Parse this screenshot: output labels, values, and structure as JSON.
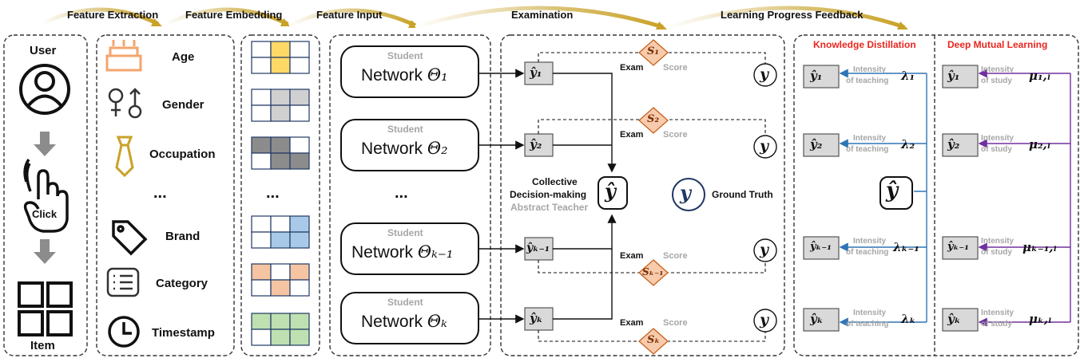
{
  "stages": [
    "Feature Extraction",
    "Feature Embedding",
    "Feature Input",
    "Examination",
    "Learning Progress Feedback"
  ],
  "user_panel": {
    "user": "User",
    "click": "Click",
    "item": "Item"
  },
  "features": [
    {
      "label": "Age",
      "icon": "cake-icon"
    },
    {
      "label": "Gender",
      "icon": "gender-icon"
    },
    {
      "label": "Occupation",
      "icon": "tie-icon"
    },
    {
      "label": "...",
      "icon": ""
    },
    {
      "label": "Brand",
      "icon": "tag-icon"
    },
    {
      "label": "Category",
      "icon": "list-icon"
    },
    {
      "label": "Timestamp",
      "icon": "clock-icon"
    }
  ],
  "embedding_colors": [
    "#ffd966",
    "#d0d0d0",
    "#8c8c8c",
    "#a9c9e8",
    "#f5c5a3",
    "#bfe0b0"
  ],
  "embedding_ellipsis": "...",
  "students": [
    {
      "caption": "Student",
      "name": "Network",
      "theta": "Θ₁",
      "yhat": "ŷ₁",
      "exam": "Exam",
      "score": "Score",
      "s": "S₁"
    },
    {
      "caption": "Student",
      "name": "Network",
      "theta": "Θ₂",
      "yhat": "ŷ₂",
      "exam": "Exam",
      "score": "Score",
      "s": "S₂"
    },
    {
      "caption": "Student",
      "name": "Network",
      "theta": "Θₖ₋₁",
      "yhat": "ŷₖ₋₁",
      "exam": "Exam",
      "score": "Score",
      "s": "Sₖ₋₁"
    },
    {
      "caption": "Student",
      "name": "Network",
      "theta": "Θₖ",
      "yhat": "ŷₖ",
      "exam": "Exam",
      "score": "Score",
      "s": "Sₖ"
    }
  ],
  "students_ellipsis": "...",
  "y_symbol": "y",
  "teacher": {
    "line1": "Collective",
    "line2": "Decision-making",
    "line3": "Abstract Teacher",
    "symbol": "ŷ"
  },
  "ground_truth": "Ground Truth",
  "feedback": {
    "kd_title": "Knowledge Distillation",
    "dml_title": "Deep Mutual Learning",
    "teach1": "Intensity",
    "teach2": "of teaching",
    "study1": "Intensity",
    "study2": "of study",
    "teacher_symbol": "ŷ",
    "rows": [
      {
        "yhat": "ŷ₁",
        "lambda": "λ₁",
        "mu": "μ₁,ₗ"
      },
      {
        "yhat": "ŷ₂",
        "lambda": "λ₂",
        "mu": "μ₂,ₗ"
      },
      {
        "yhat": "ŷₖ₋₁",
        "lambda": "λₖ₋₁",
        "mu": "μₖ₋₁,ₗ"
      },
      {
        "yhat": "ŷₖ",
        "lambda": "λₖ",
        "mu": "μₖ,ₗ"
      }
    ]
  }
}
